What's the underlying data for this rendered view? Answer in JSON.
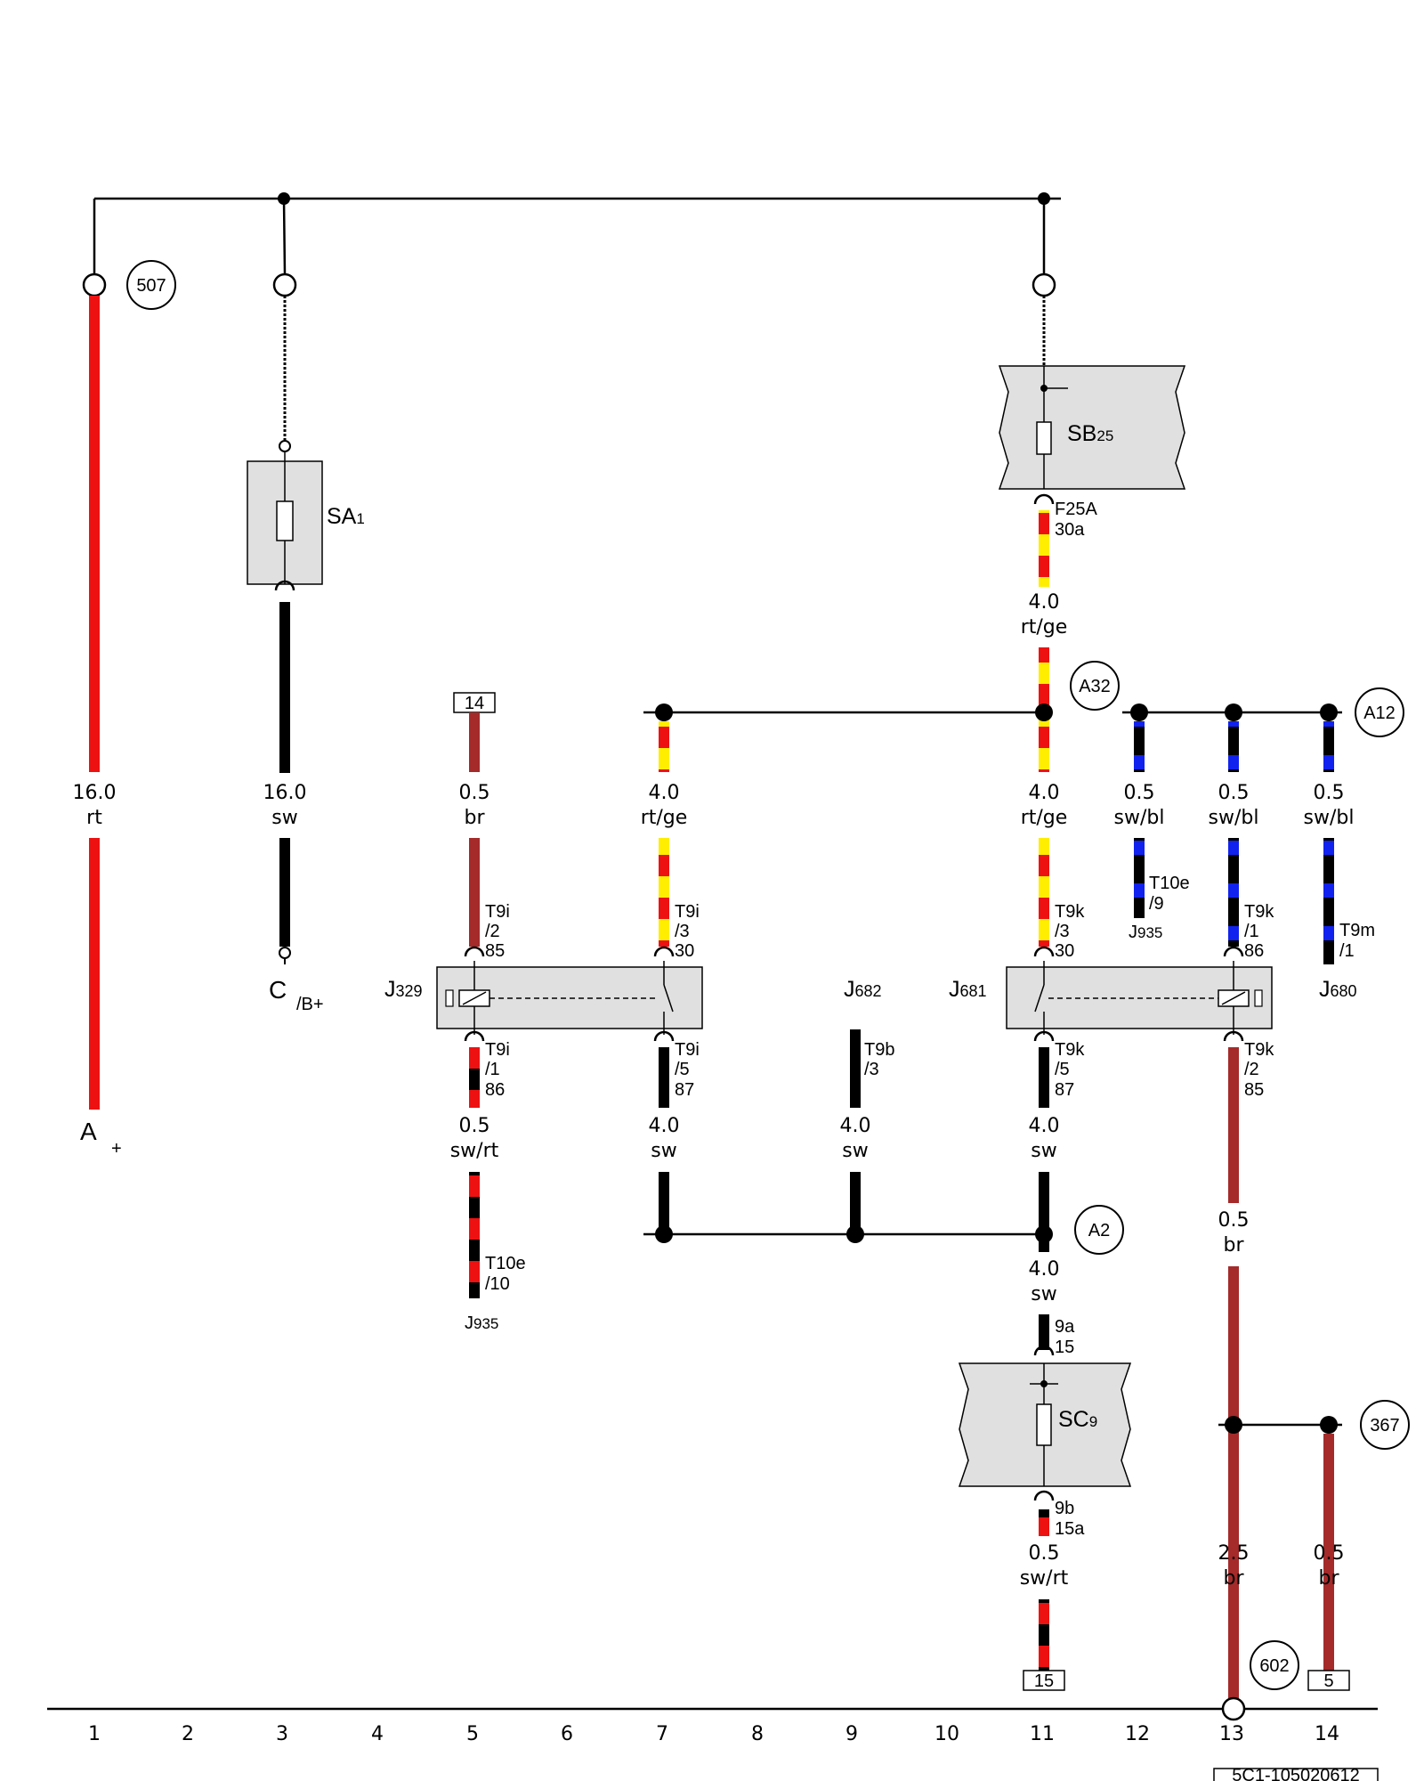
{
  "components": {
    "SA1": "SA",
    "SA1_sub": "1",
    "SB25": "SB",
    "SB25_sub": "25",
    "SC9": "SC",
    "SC9_sub": "9",
    "J329": "J",
    "J329_sub": "329",
    "J682": "J",
    "J682_sub": "682",
    "J681": "J",
    "J681_sub": "681",
    "J680": "J",
    "J680_sub": "680",
    "J935a": "J",
    "J935a_sub": "935",
    "J935b": "J",
    "J935b_sub": "935"
  },
  "refs": {
    "r507": "507",
    "A32": "A32",
    "A12": "A12",
    "A2": "A2",
    "r367": "367",
    "r602": "602"
  },
  "terminals": {
    "A": "A",
    "A_sign": "+",
    "C": "C",
    "C_sub": "/B+"
  },
  "boxes": {
    "b14": "14",
    "b15": "15",
    "b5": "5"
  },
  "wires": {
    "w1_size": "16.0",
    "w1_color": "rt",
    "w3_size": "16.0",
    "w3_color": "sw",
    "w5a_size": "0.5",
    "w5a_color": "br",
    "w7a_size": "4.0",
    "w7a_color": "rt/ge",
    "w11a_size": "4.0",
    "w11a_color": "rt/ge",
    "w11b_size": "4.0",
    "w11b_color": "rt/ge",
    "w12_size": "0.5",
    "w12_color": "sw/bl",
    "w13a_size": "0.5",
    "w13a_color": "sw/bl",
    "w14a_size": "0.5",
    "w14a_color": "sw/bl",
    "w5b_size": "0.5",
    "w5b_color": "sw/rt",
    "w7b_size": "4.0",
    "w7b_color": "sw",
    "w9_size": "4.0",
    "w9_color": "sw",
    "w11c_size": "4.0",
    "w11c_color": "sw",
    "w11d_size": "4.0",
    "w11d_color": "sw",
    "w13b_size": "0.5",
    "w13b_color": "br",
    "w11e_size": "0.5",
    "w11e_color": "sw/rt",
    "w13c_size": "2.5",
    "w13c_color": "br",
    "w14b_size": "0.5",
    "w14b_color": "br"
  },
  "pins": {
    "p_f25a": "F25A",
    "p_30a": "30a",
    "p5a_1": "T9i",
    "p5a_2": "/2",
    "p5a_3": "85",
    "p7a_1": "T9i",
    "p7a_2": "/3",
    "p7a_3": "30",
    "p11a_1": "T9k",
    "p11a_2": "/3",
    "p11a_3": "30",
    "p13a_1": "T9k",
    "p13a_2": "/1",
    "p13a_3": "86",
    "p12_1": "T10e",
    "p12_2": "/9",
    "p14_1": "T9m",
    "p14_2": "/1",
    "p5b_1": "T9i",
    "p5b_2": "/1",
    "p5b_3": "86",
    "p7b_1": "T9i",
    "p7b_2": "/5",
    "p7b_3": "87",
    "p9_1": "T9b",
    "p9_2": "/3",
    "p11b_1": "T9k",
    "p11b_2": "/5",
    "p11b_3": "87",
    "p13b_1": "T9k",
    "p13b_2": "/2",
    "p13b_3": "85",
    "p5c_1": "T10e",
    "p5c_2": "/10",
    "p_9a": "9a",
    "p_15": "15",
    "p_9b": "9b",
    "p_15a": "15a"
  },
  "columns": [
    "1",
    "2",
    "3",
    "4",
    "5",
    "6",
    "7",
    "8",
    "9",
    "10",
    "11",
    "12",
    "13",
    "14"
  ],
  "footer_code": "5C1-105020612",
  "colors": {
    "red": "#ee1111",
    "black": "#000000",
    "yellow": "#ffee00",
    "blue": "#1122ee",
    "brown": "#a52a2a",
    "box_fill": "#e0e0e0"
  }
}
